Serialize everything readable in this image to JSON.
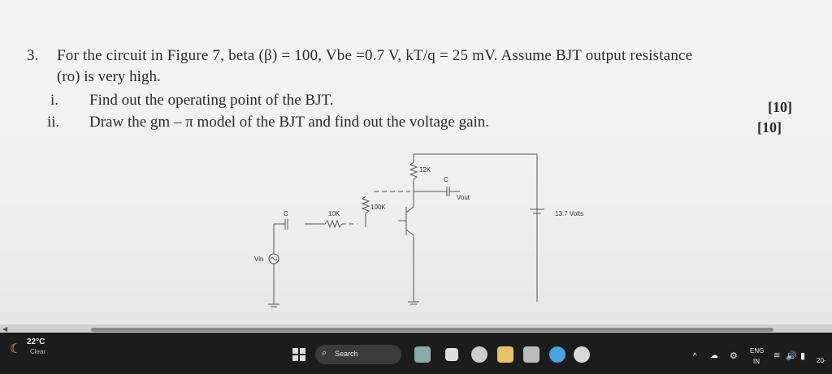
{
  "question": {
    "number": "3.",
    "line1": "For the circuit in Figure 7, beta (β) = 100, Vbe =0.7 V, kT/q = 25 mV. Assume BJT output resistance",
    "line2": "(ro) is very high.",
    "parts": [
      {
        "num": "i.",
        "text": "Find out the operating point of the BJT.",
        "marks": "[10]"
      },
      {
        "num": "ii.",
        "text": "Draw the gm – π model of the BJT and find out the voltage gain.",
        "marks": "[10]"
      }
    ]
  },
  "circuit": {
    "rc_label": "12K",
    "c_out_label": "C",
    "vout_label": "Vout",
    "rb_label": "100K",
    "supply_label": "13.7 Volts",
    "c_in_label": "C",
    "rs_label": "10K",
    "vin_label": "Vin"
  },
  "taskbar": {
    "weather_temp": "22°C",
    "weather_desc": "Clear",
    "search_label": "Search",
    "lang_top": "ENG",
    "lang_bottom": "IN",
    "clock": "20-"
  }
}
